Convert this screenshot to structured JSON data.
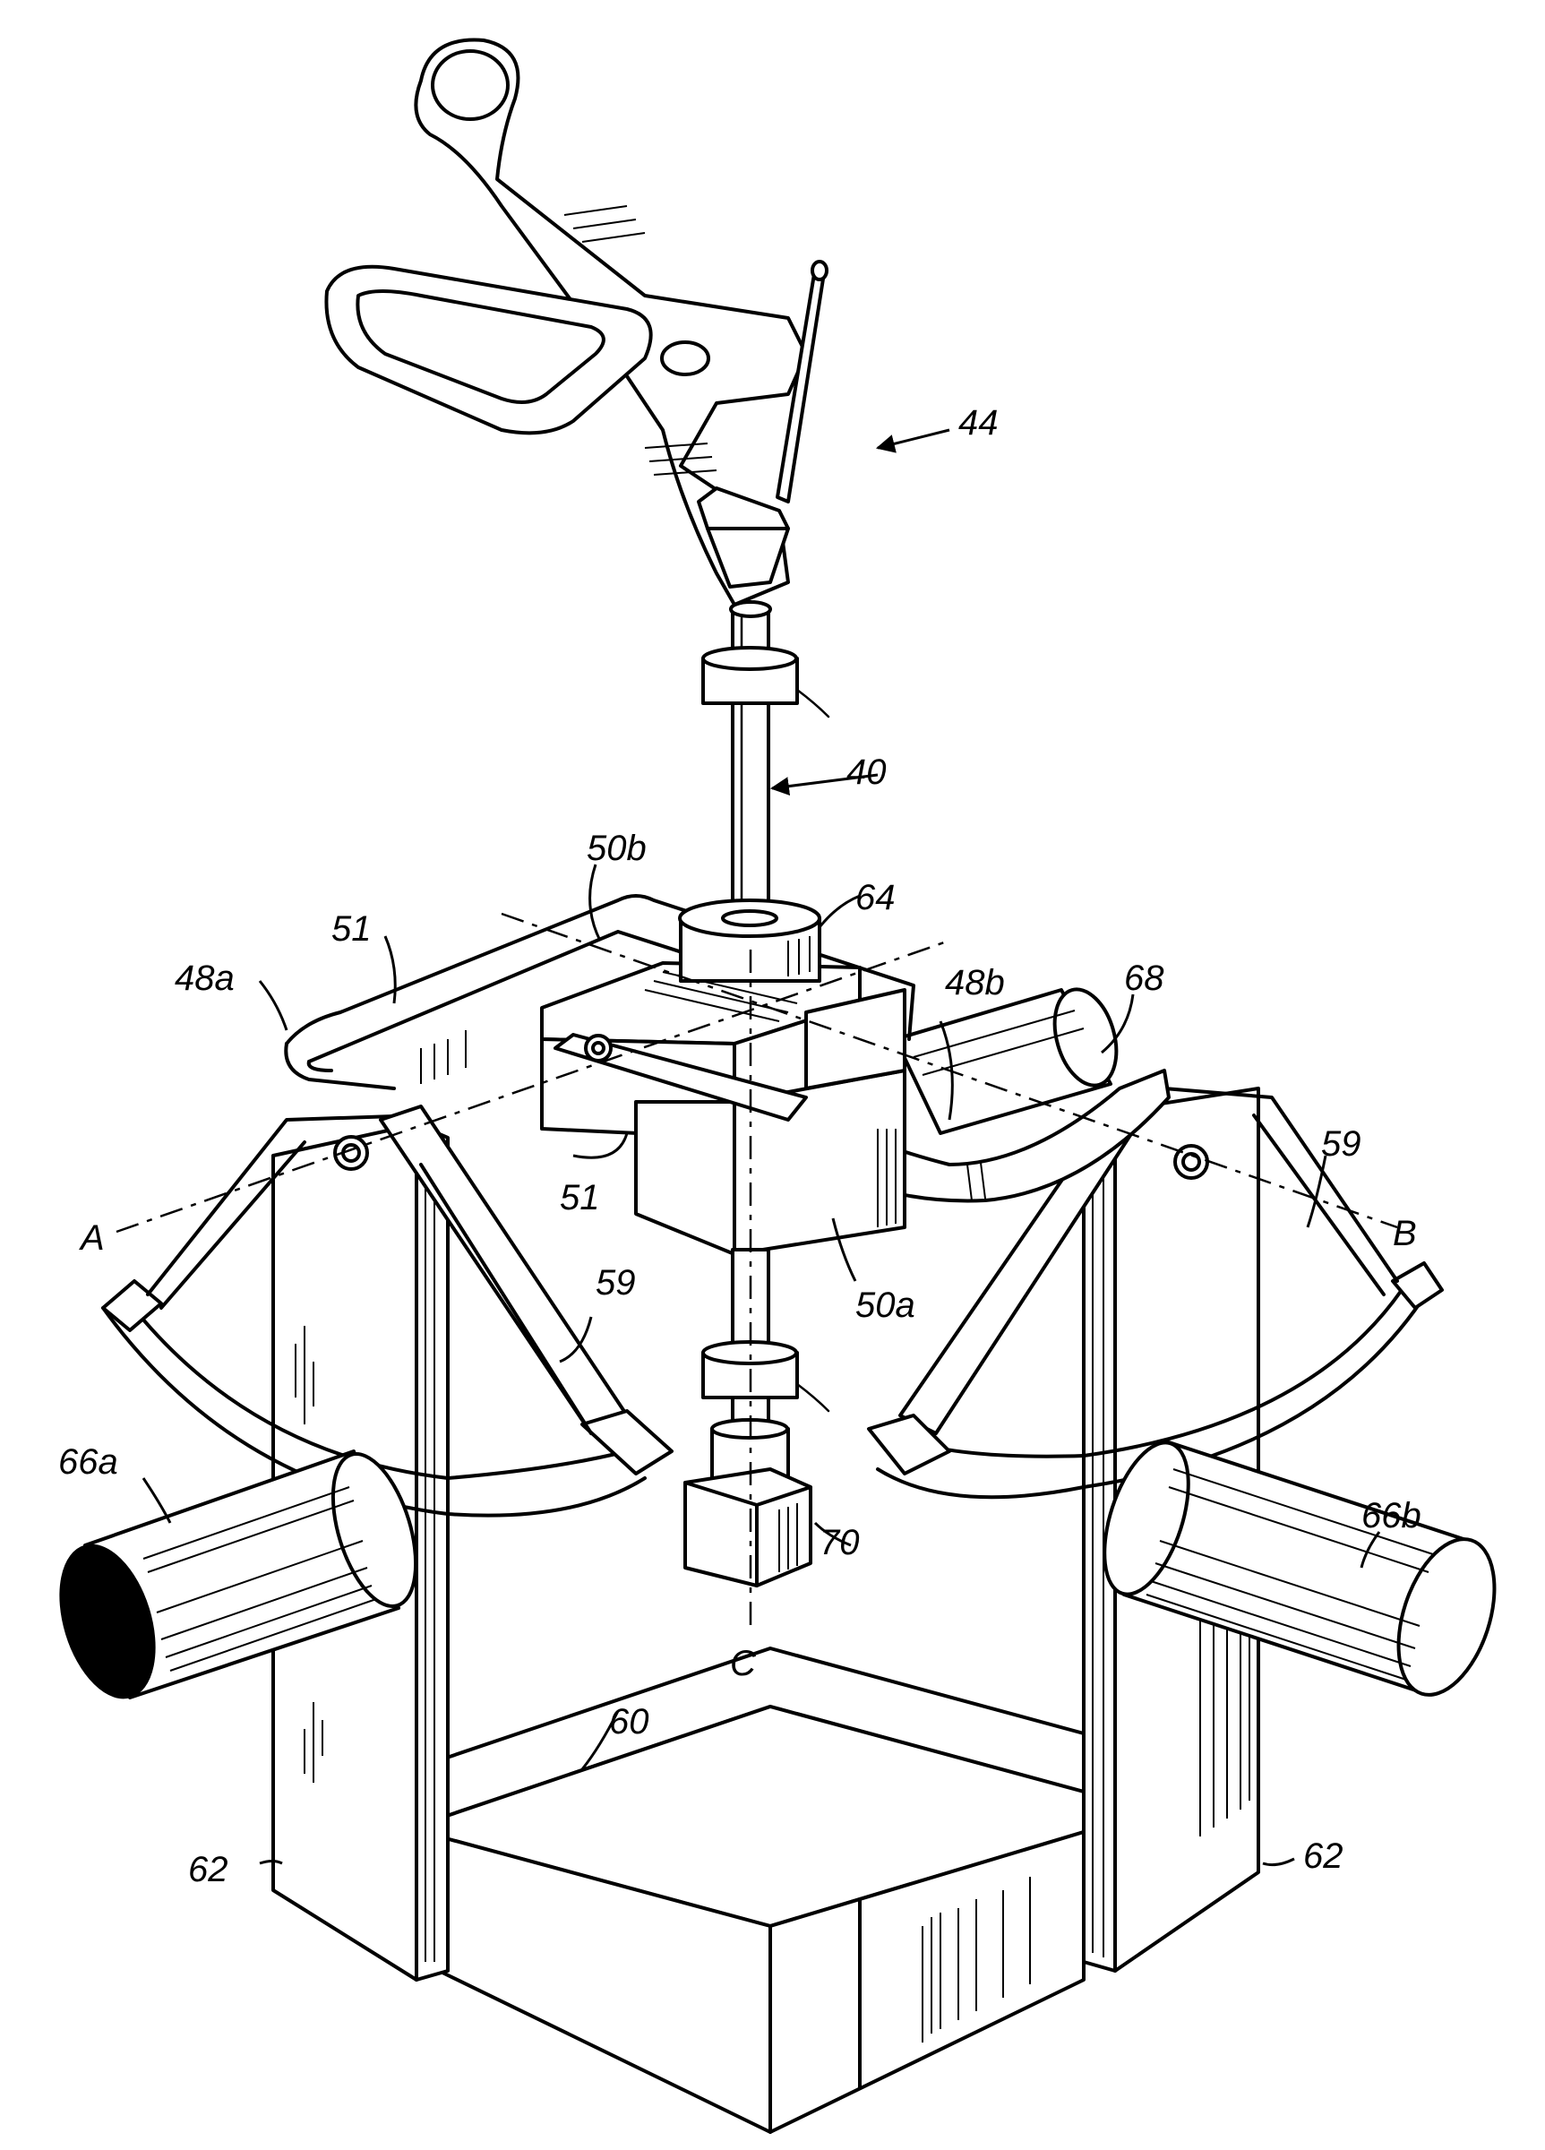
{
  "labels": {
    "instrument": "44",
    "shaft": "40",
    "block_top": "50b",
    "block_front": "50a",
    "gimbal_left": "48a",
    "gimbal_right": "48b",
    "ring_upper": "51",
    "ring_lower": "51",
    "collar": "64",
    "roller_top": "68",
    "arm_left": "59",
    "arm_right": "59",
    "knob_left": "66a",
    "knob_right": "66b",
    "tip": "70",
    "base": "60",
    "post_left": "62",
    "post_right": "62",
    "axis_a": "A",
    "axis_b": "B",
    "axis_c": "C"
  }
}
